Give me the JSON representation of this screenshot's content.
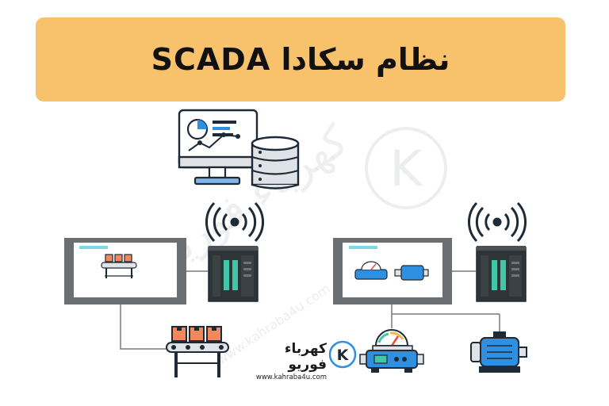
{
  "title": "نظام سكادا SCADA",
  "brand": {
    "name": "كهرباء فوريو",
    "url": "www.kahraba4u.com",
    "logo_letter": "K"
  },
  "watermark": {
    "text": "كهرباء فوريو",
    "url": "www.kahraba4u.com"
  },
  "colors": {
    "banner": "#f7c26b",
    "screen_frame": "#6c6f72",
    "screen_bar": "#7dd8e8",
    "plc_body": "#2f3437",
    "plc_module": "#43c6a8",
    "link_line": "#7a7a7a",
    "icon_blue": "#2f8fe0",
    "crate_orange": "#f08a5d"
  },
  "icons": [
    "monitoring-computer-icon",
    "database-icon",
    "wireless-signal-icon",
    "plc-icon",
    "hmi-screen-icon",
    "conveyor-icon",
    "pump-icon",
    "motor-icon",
    "kahraba4u-logo"
  ]
}
